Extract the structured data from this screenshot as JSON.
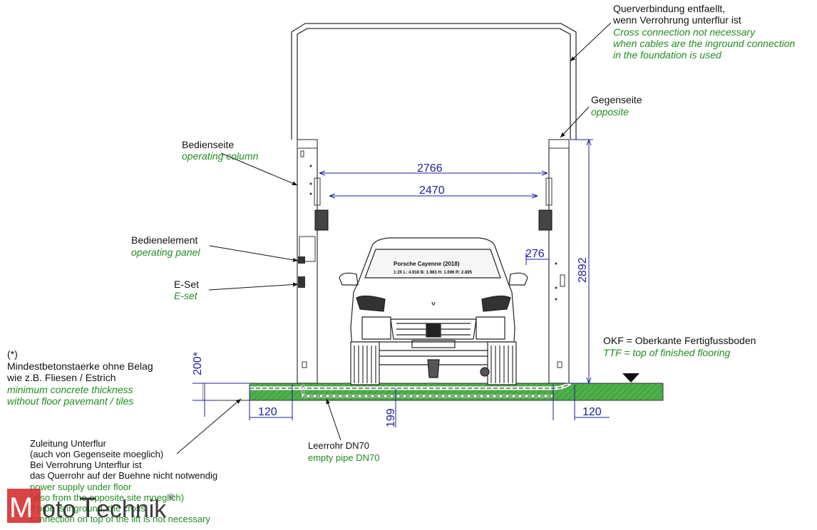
{
  "labels": {
    "cross_de_1": "Querverbindung entfaellt,",
    "cross_de_2": "wenn Verrohrung unterflur ist",
    "cross_en_1": "Cross connection not necessary",
    "cross_en_2": "when cables are the inground connection",
    "cross_en_3": "in the foundation is used",
    "opposite_de": "Gegenseite",
    "opposite_en": "opposite",
    "operating_de": "Bedienseite",
    "operating_en": "operating column",
    "panel_de": "Bedienelement",
    "panel_en": "operating panel",
    "eset_de": "E-Set",
    "eset_en": "E-set",
    "okf_de": "OKF = Oberkante Fertigfussboden",
    "okf_en": "TTF = top of finished flooring",
    "note_mark": "(*)",
    "concrete_de_1": "Mindestbetonstaerke ohne Belag",
    "concrete_de_2": "wie z.B. Fliesen / Estrich",
    "concrete_en_1": "minimum concrete thickness",
    "concrete_en_2": "without floor pavemant / tiles",
    "pipe_de": "Leerrohr DN70",
    "pipe_en": "empty pipe DN70",
    "supply_de_1": "Zuleitung Unterflur",
    "supply_de_2": "(auch von Gegenseite moeglich)",
    "supply_de_3": "Bei Verrohrung Unterflur ist",
    "supply_de_4": "das Querrohr auf der Buehne nicht notwendig",
    "supply_en_1": "power supply under floor",
    "supply_en_2": "(also from the opposite site moeglich)",
    "supply_en_3": "if pipe is inground, the cross",
    "supply_en_4": "connection on top of the lift is not necessary"
  },
  "dimensions": {
    "outer_width": "2766",
    "inner_width": "2470",
    "column_height": "2892",
    "clearance": "276",
    "concrete": "200*",
    "pipe_depth": "199",
    "left_offset": "120",
    "right_offset": "120"
  },
  "car": {
    "model": "Porsche Cayenne (2018)",
    "scale_line": "1:20   L: 4.918  B: 1.983  H: 1.696  R: 2.895"
  },
  "logo": {
    "m": "M",
    "oto": "oto",
    "t": "T",
    "echnik": "echnik",
    "reg": "®"
  },
  "colors": {
    "floor": "#4db04a",
    "dimension": "#1d1d9c",
    "english_text": "#1f8c1f",
    "logo_red": "#d42b2b"
  }
}
